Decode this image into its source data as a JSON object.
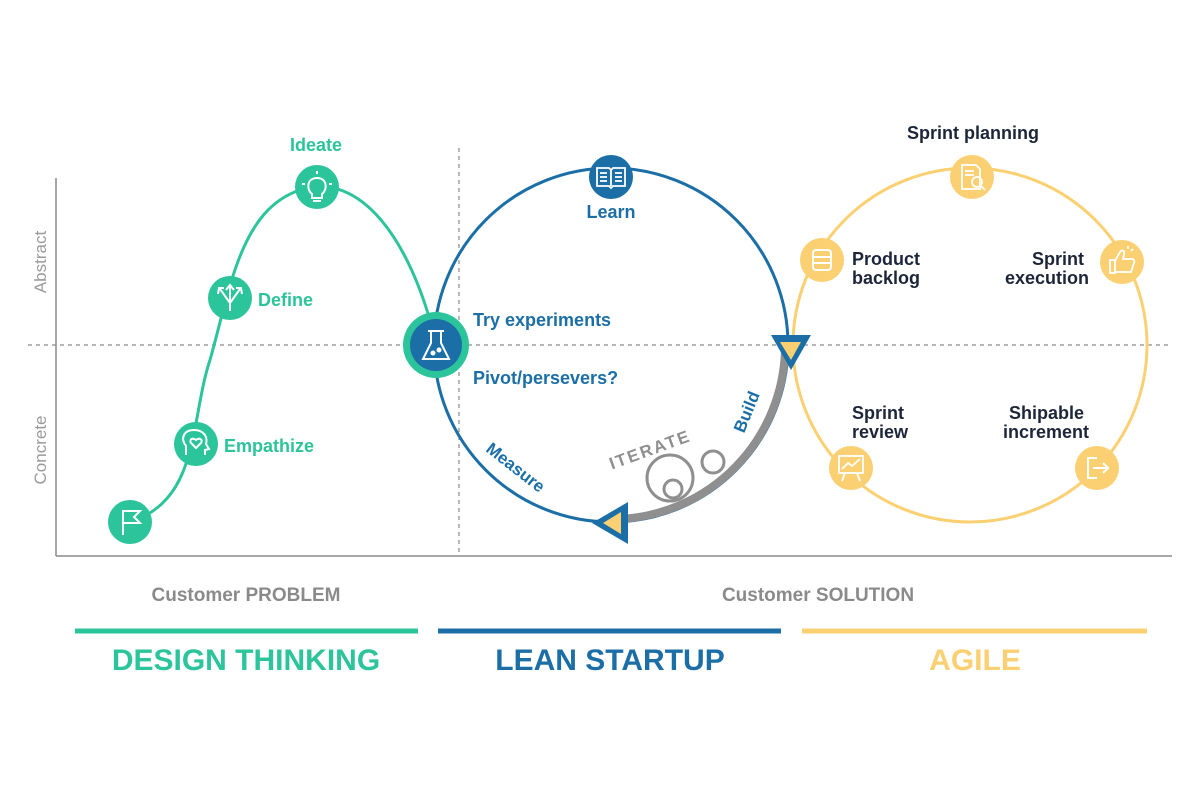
{
  "colors": {
    "design_thinking": "#2cc49a",
    "lean_startup": "#1b6fa6",
    "agile": "#fbd073",
    "axis": "#8a8a8a",
    "text_dark": "#1d2639",
    "iterate_grey": "#8f8f8f"
  },
  "axes": {
    "y_top_label": "Abstract",
    "y_bottom_label": "Concrete"
  },
  "design_thinking": {
    "ideate": "Ideate",
    "define": "Define",
    "empathize": "Empathize",
    "icons": [
      "flag-icon",
      "heart-head-icon",
      "diverging-arrows-icon",
      "lightbulb-icon"
    ]
  },
  "lean_startup": {
    "learn": "Learn",
    "try_experiments": "Try experiments",
    "pivot": "Pivot/persevers?",
    "measure": "Measure",
    "build": "Build",
    "iterate": "ITERATE",
    "icons": [
      "book-icon",
      "flask-icon",
      "gears-icon"
    ]
  },
  "agile": {
    "sprint_planning": "Sprint planning",
    "product_backlog": [
      "Product",
      "backlog"
    ],
    "sprint_execution": [
      "Sprint",
      "execution"
    ],
    "sprint_review": [
      "Sprint",
      "review"
    ],
    "shipable_increment": [
      "Shipable",
      "increment"
    ],
    "icons": [
      "document-search-icon",
      "list-icon",
      "thumbs-up-icon",
      "presentation-chart-icon",
      "export-icon"
    ]
  },
  "footer": {
    "customer_problem": "Customer PROBLEM",
    "customer_solution": "Customer SOLUTION",
    "design_thinking": "DESIGN THINKING",
    "lean_startup": "LEAN STARTUP",
    "agile": "AGILE"
  }
}
